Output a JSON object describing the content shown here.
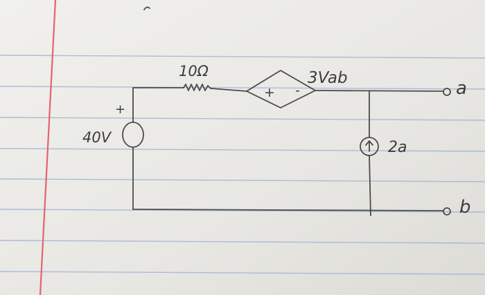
{
  "colors": {
    "paper": "#e9e8e4",
    "rule_line": "#9fb3d6",
    "margin_line": "#e4636f",
    "ink": "#4b4b4b"
  },
  "labels": {
    "resistor": "10Ω",
    "dependent_source": "3Vab",
    "voltage_source": "40V",
    "voltage_plus": "+",
    "dep_plus": "+",
    "dep_minus": "-",
    "current_source": "2a",
    "terminal_a": "a",
    "terminal_b": "b"
  }
}
